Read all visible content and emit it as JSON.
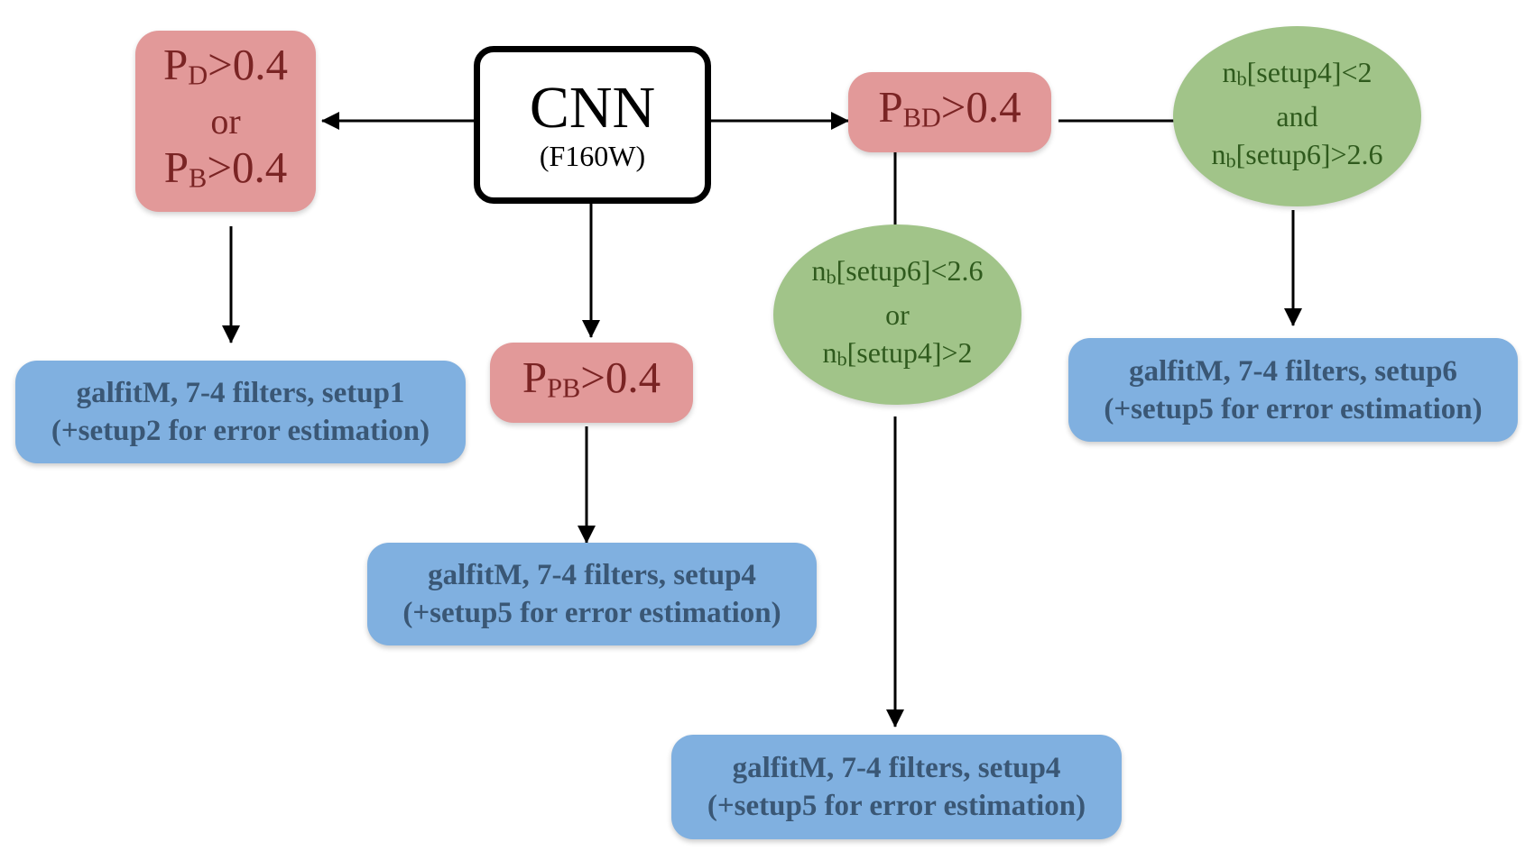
{
  "cnn": {
    "title": "CNN",
    "filter": "(F160W)"
  },
  "left_condition": {
    "line1": {
      "var": "P",
      "sub": "D",
      "rest": ">0.4"
    },
    "joiner": "or",
    "line2": {
      "var": "P",
      "sub": "B",
      "rest": ">0.4"
    }
  },
  "pb_condition": {
    "var": "P",
    "sub": "PB",
    "rest": ">0.4"
  },
  "bd_condition": {
    "var": "P",
    "sub": "BD",
    "rest": ">0.4"
  },
  "green_mid": {
    "line1": {
      "var": "n",
      "sub": "b",
      "rest": "[setup6]<2.6"
    },
    "joiner": "or",
    "line2": {
      "var": "n",
      "sub": "b",
      "rest": "[setup4]>2"
    }
  },
  "green_right": {
    "line1": {
      "var": "n",
      "sub": "b",
      "rest": "[setup4]<2"
    },
    "joiner": "and",
    "line2": {
      "var": "n",
      "sub": "b",
      "rest": "[setup6]>2.6"
    }
  },
  "outcomes": {
    "setup1": {
      "line1": "galfitM, 7-4 filters, setup1",
      "line2": "(+setup2 for error estimation)"
    },
    "setup4_pb": {
      "line1": "galfitM, 7-4 filters, setup4",
      "line2": "(+setup5 for error estimation)"
    },
    "setup4_bd": {
      "line1": "galfitM, 7-4 filters, setup4",
      "line2": "(+setup5 for error estimation)"
    },
    "setup6": {
      "line1": "galfitM, 7-4 filters, setup6",
      "line2": "(+setup5 for error estimation)"
    }
  },
  "colors": {
    "condition_fill": "#e29999",
    "condition_text": "#7a2424",
    "outcome_fill": "#80b0e0",
    "outcome_text": "#3a5775",
    "sersic_fill": "#a1c489",
    "sersic_text": "#2f5a1d",
    "arrow": "#000000",
    "arrow_green": "#3b6a23"
  }
}
